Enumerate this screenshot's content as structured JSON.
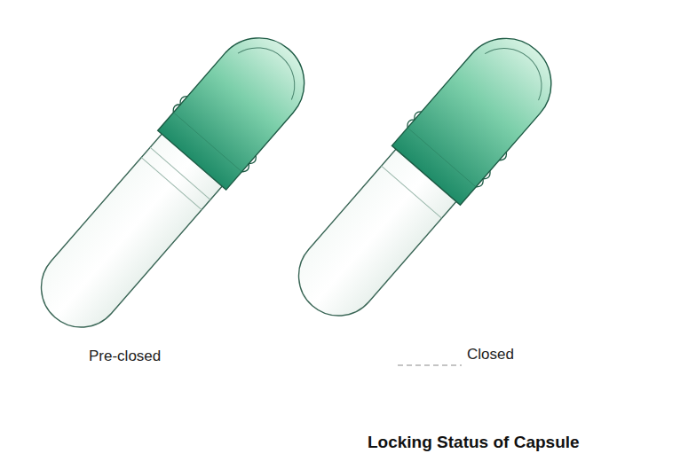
{
  "diagram": {
    "caption": "Locking Status of Capsule",
    "labels": [
      "Pre-closed",
      "Closed"
    ]
  }
}
